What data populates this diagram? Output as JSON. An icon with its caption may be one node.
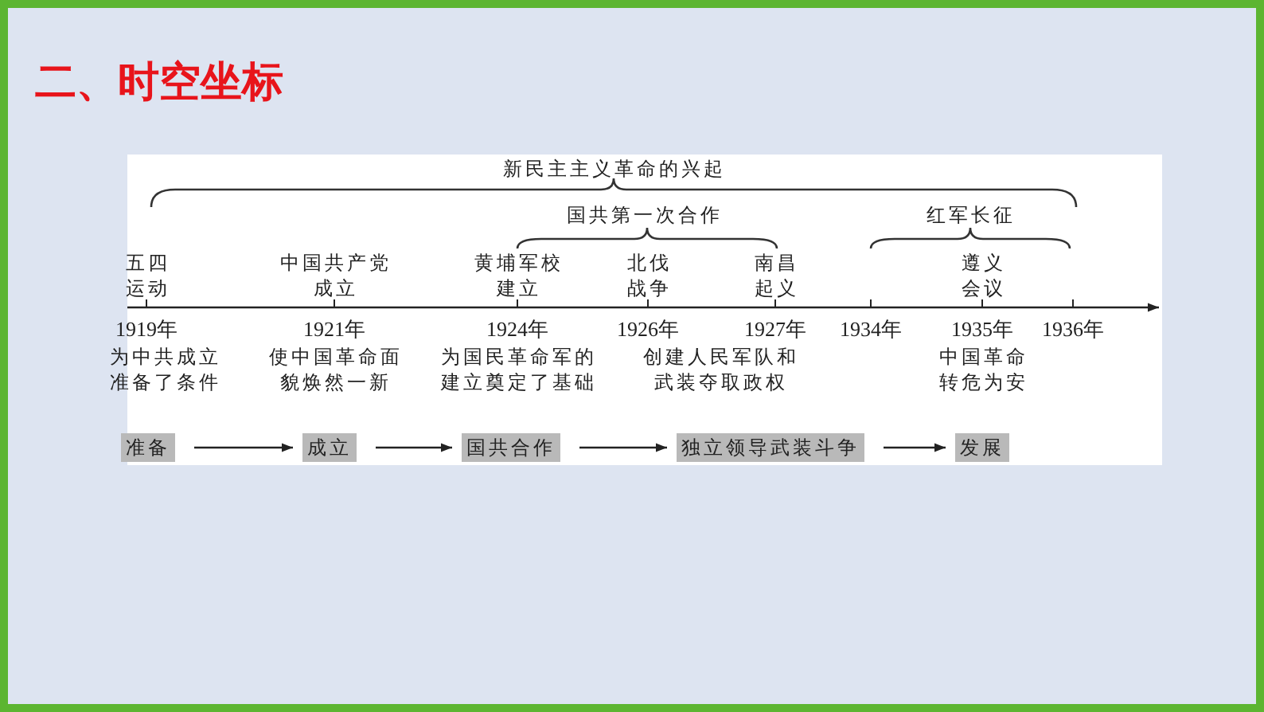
{
  "diagram": {
    "title": "二、时空坐标",
    "nodes": [
      {
        "text": [
          "准备"
        ]
      },
      {
        "text": [
          "成立"
        ]
      },
      {
        "text": [
          "国共合作"
        ]
      },
      {
        "text": [
          "独立领导武装斗争"
        ]
      },
      {
        "text": [
          "发展"
        ]
      }
    ],
    "edges": [
      {
        "from": 0,
        "to": 1,
        "arrow": "to"
      },
      {
        "from": 1,
        "to": 2,
        "arrow": "to"
      },
      {
        "from": 2,
        "to": 3,
        "arrow": "to"
      },
      {
        "from": 3,
        "to": 4,
        "arrow": "to"
      }
    ],
    "labels": [
      "新民主主义革命的兴起",
      "国共第一次合作",
      "红军长征",
      "五四运动",
      "中国共产党成立",
      "黄埔军校建立",
      "北伐战争",
      "南昌起义",
      "遵义会议",
      "1919年",
      "1921年",
      "1924年",
      "1926年",
      "1927年",
      "1934年",
      "1935年",
      "1936年",
      "为中共成立准备了条件",
      "使中国革命面貌焕然一新",
      "为国民革命军的建立奠定了基础",
      "创建人民军队和武装夺取政权",
      "中国革命转危为安"
    ]
  }
}
